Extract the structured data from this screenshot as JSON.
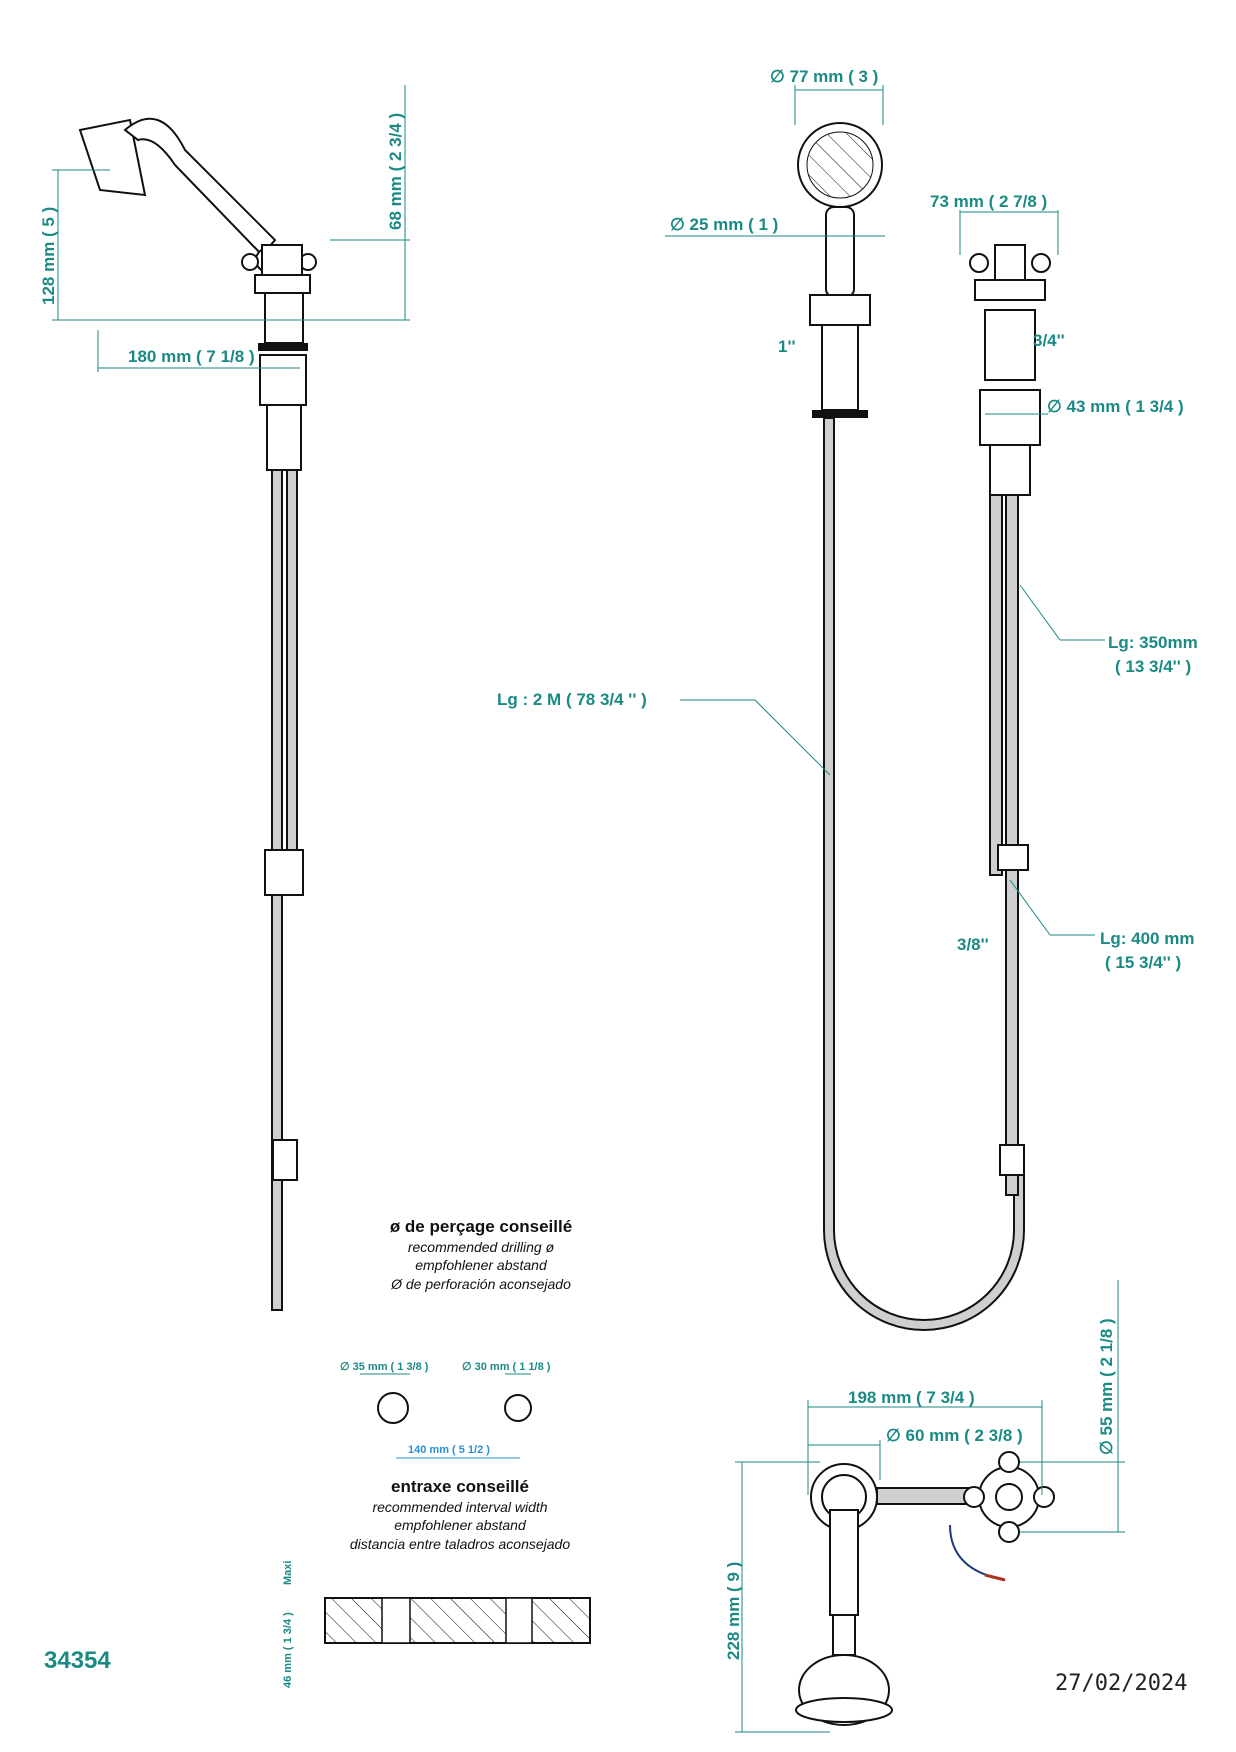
{
  "colors": {
    "dimension": "#1b8a85",
    "spacing": "#2a8fd8",
    "line": "#111111"
  },
  "side_view": {
    "height_head": "128 mm ( 5 )",
    "height_top": "68 mm ( 2 3/4 )",
    "reach": "180 mm ( 7 1/8 )"
  },
  "front_view": {
    "head_diameter": "∅ 77 mm ( 3 )",
    "handle_diameter": "∅ 25 mm ( 1 )",
    "valve_width": "73 mm ( 2 7/8 )",
    "thread_1": "1''",
    "thread_3_4": "3/4''",
    "body_diameter": "∅ 43 mm ( 1 3/4 )",
    "hose_main": "Lg : 2 M ( 78 3/4 '' )",
    "hose_350": {
      "line1": "Lg: 350mm",
      "line2": "( 13 3/4'' )"
    },
    "hose_400": {
      "line1": "Lg: 400 mm",
      "line2": "( 15 3/4'' )"
    },
    "thread_3_8": "3/8''"
  },
  "drilling": {
    "title": "ø de perçage conseillé",
    "en": "recommended drilling ø",
    "de": "empfohlener abstand",
    "es": "Ø de perforación aconsejado",
    "hole1": "∅ 35 mm ( 1 3/8 )",
    "hole2": "∅ 30 mm ( 1 1/8 )",
    "spacing": "140 mm ( 5 1/2 )"
  },
  "interval": {
    "title": "entraxe conseillé",
    "en": "recommended interval width",
    "de": "empfohlener abstand",
    "es": "distancia entre taladros aconsejado",
    "maxi": "Maxi",
    "thickness": "46 mm ( 1 3/4 )"
  },
  "top_view": {
    "width": "198 mm ( 7 3/4 )",
    "rosette": "∅ 60 mm ( 2 3/8 )",
    "handle": "∅ 55 mm ( 2 1/8 )",
    "depth": "228 mm ( 9 )"
  },
  "product_code": "34354",
  "date": "27/02/2024"
}
